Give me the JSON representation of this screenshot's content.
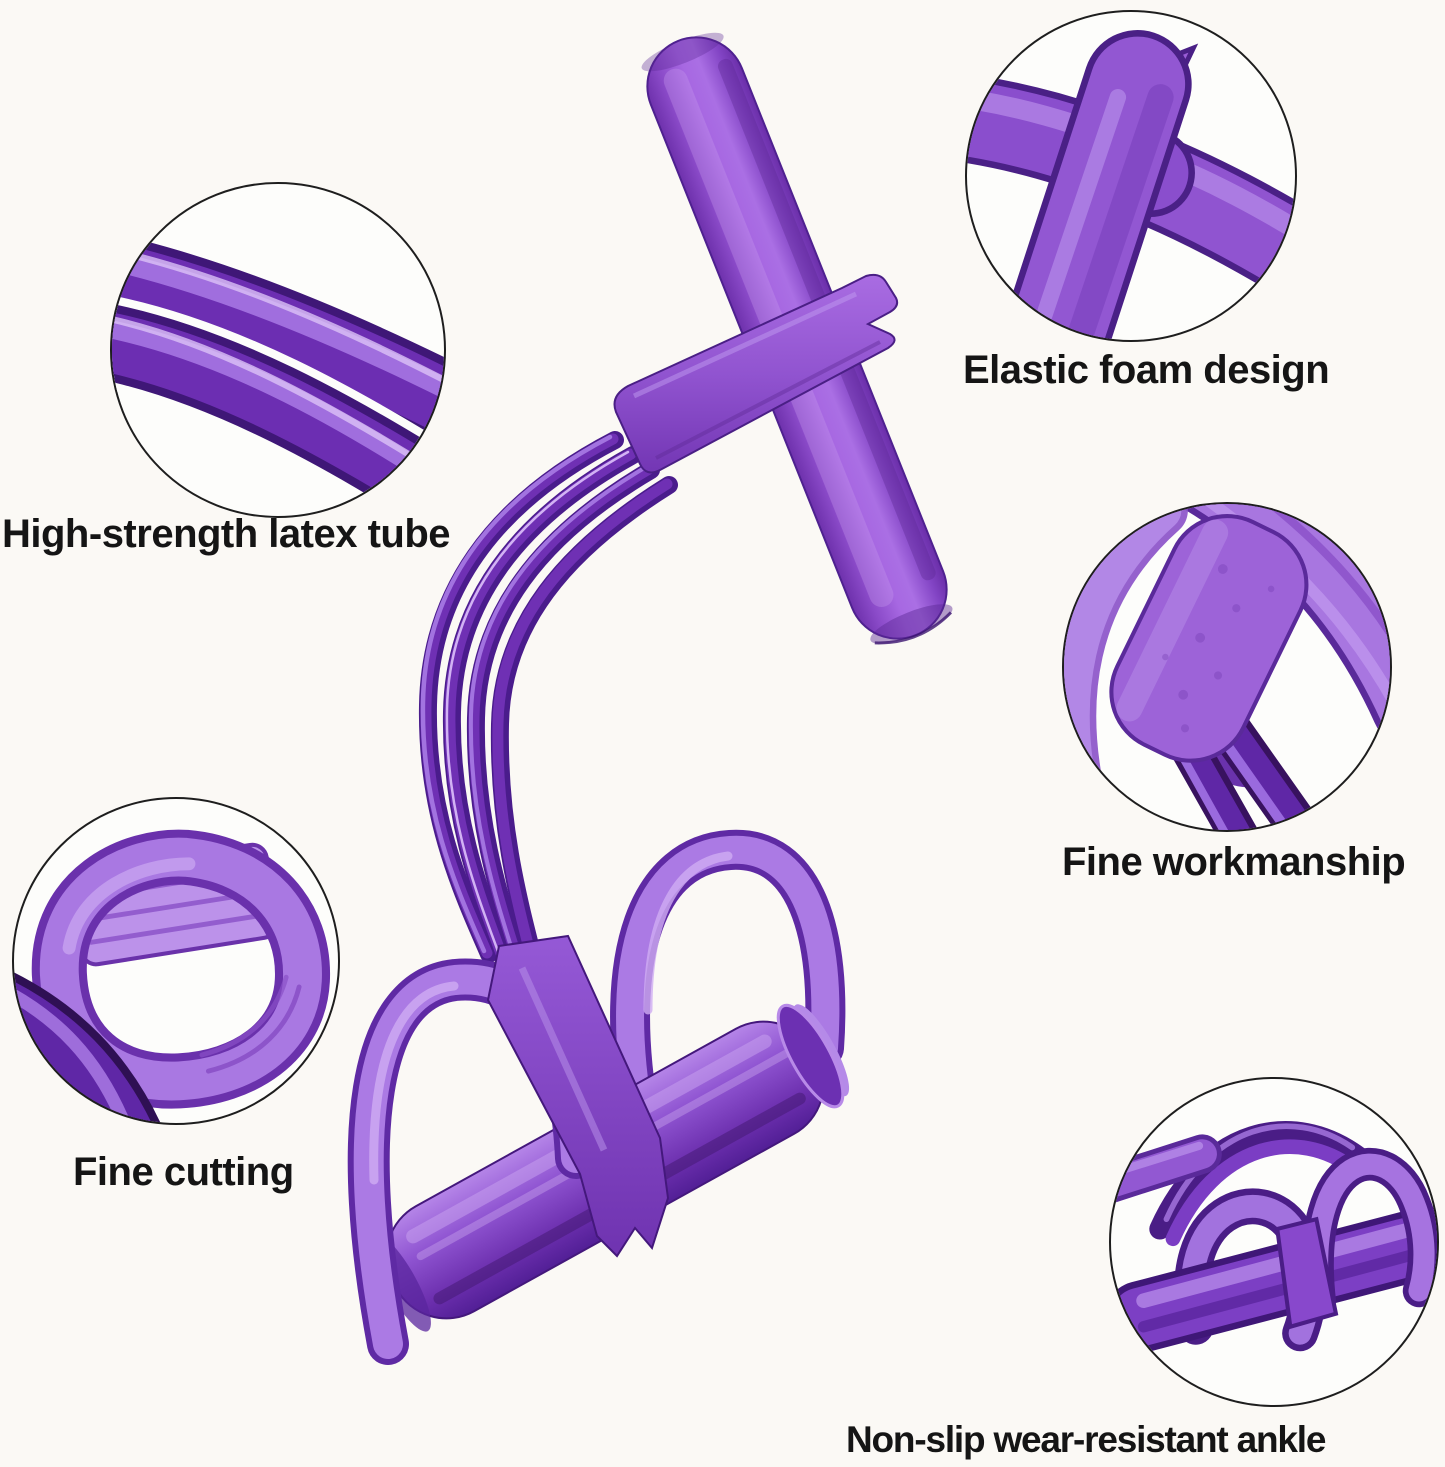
{
  "page": {
    "background_color": "#fbf9f5",
    "label_color": "#151515"
  },
  "product": {
    "description": "Purple pedal resistance rope: foam T-handle, four elastic latex tubes, center connector, non-slip pedal base bar and two foam foot loops"
  },
  "callouts": [
    {
      "id": "latex-tube",
      "label": "High-strength latex tube",
      "image": "crossed-latex-tubes-detail"
    },
    {
      "id": "elastic-foam",
      "label": "Elastic foam design",
      "image": "foam-handle-junction-detail"
    },
    {
      "id": "fine-workmanship",
      "label": "Fine workmanship",
      "image": "foam-sleeve-with-tubes-detail"
    },
    {
      "id": "fine-cutting",
      "label": "Fine cutting",
      "image": "foam-foot-loop-detail"
    },
    {
      "id": "non-slip-ankle",
      "label": "Non-slip wear-resistant ankle",
      "image": "pedal-base-foot-loops-detail"
    }
  ],
  "colors": {
    "tube_dark": "#4a1c8c",
    "tube_mid": "#6f30b4",
    "tube_highlight": "#c9a2f2",
    "foam_light": "#b184e6",
    "foam_mid": "#9a5dd6",
    "foam_deep": "#6a2fae",
    "circle_outline": "#1e1e1e"
  }
}
